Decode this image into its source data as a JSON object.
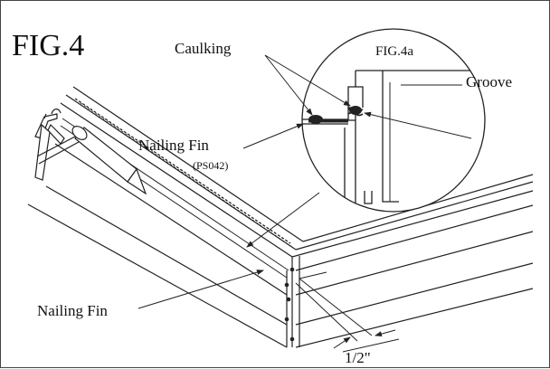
{
  "figure": {
    "title": "FIG.4",
    "inset_title": "FIG.4a"
  },
  "labels": {
    "caulking": "Caulking",
    "groove": "Groove",
    "nailing_fin_upper": "Nailing Fin",
    "part_number": "(PS042)",
    "nailing_fin_lower": "Nailing Fin",
    "dimension": "1/2\""
  },
  "colors": {
    "line": "#222222",
    "background": "#ffffff"
  }
}
